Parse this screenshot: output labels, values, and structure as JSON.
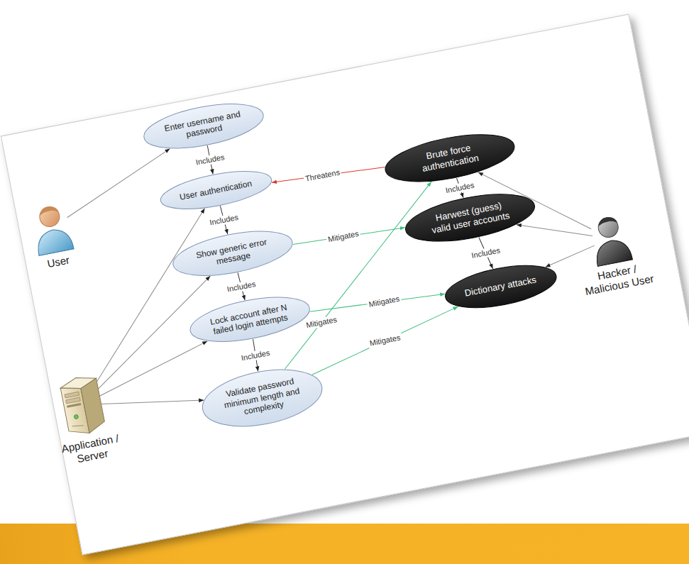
{
  "diagram": {
    "nodes": [
      {
        "text": [
          "User"
        ]
      },
      {
        "text": [
          "Enter username and password"
        ]
      },
      {
        "text": [
          "User authentication"
        ]
      },
      {
        "text": [
          "Show generic error message"
        ]
      },
      {
        "text": [
          "Lock account after N failed login attempts"
        ]
      },
      {
        "text": [
          "Validate password minimum length and complexity"
        ]
      },
      {
        "text": [
          "Application / Server"
        ]
      },
      {
        "text": [
          "Brute force authentication"
        ]
      },
      {
        "text": [
          "Harwest (guess) valid user accounts"
        ]
      },
      {
        "text": [
          "Dictionary attacks"
        ]
      },
      {
        "text": [
          "Hacker / Malicious User"
        ]
      }
    ],
    "edges": [
      {
        "from": 0,
        "to": 1,
        "arrow": "to"
      },
      {
        "from": 1,
        "to": 2,
        "label": "Includes",
        "arrow": "to"
      },
      {
        "from": 2,
        "to": 3,
        "label": "Includes",
        "arrow": "to"
      },
      {
        "from": 3,
        "to": 4,
        "label": "Includes",
        "arrow": "to"
      },
      {
        "from": 4,
        "to": 5,
        "label": "Includes",
        "arrow": "to"
      },
      {
        "from": 6,
        "to": 2,
        "arrow": "to"
      },
      {
        "from": 6,
        "to": 3,
        "arrow": "to"
      },
      {
        "from": 6,
        "to": 4,
        "arrow": "to"
      },
      {
        "from": 6,
        "to": 5,
        "arrow": "to"
      },
      {
        "from": 7,
        "to": 2,
        "label": "Threatens",
        "arrow": "to"
      },
      {
        "from": 3,
        "to": 8,
        "label": "Mitigates",
        "arrow": "to"
      },
      {
        "from": 4,
        "to": 9,
        "label": "Mitigates",
        "arrow": "to"
      },
      {
        "from": 5,
        "to": 7,
        "label": "Mitigates",
        "arrow": "to"
      },
      {
        "from": 5,
        "to": 9,
        "label": "Mitigates",
        "arrow": "to"
      },
      {
        "from": 10,
        "to": 7,
        "arrow": "to"
      },
      {
        "from": 10,
        "to": 8,
        "arrow": "to"
      },
      {
        "from": 10,
        "to": 9,
        "arrow": "to"
      },
      {
        "from": 7,
        "to": 8,
        "label": "Includes",
        "arrow": "to"
      },
      {
        "from": 8,
        "to": 9,
        "label": "Includes",
        "arrow": "to"
      }
    ]
  }
}
